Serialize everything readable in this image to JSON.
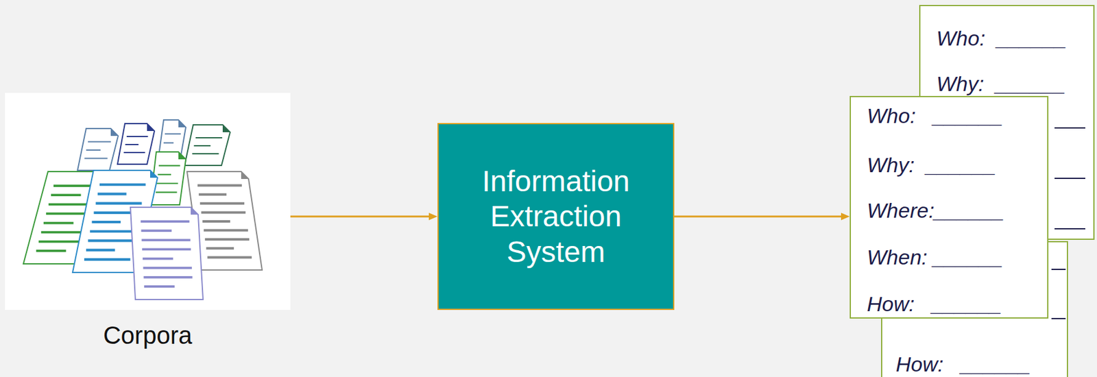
{
  "diagram": {
    "nodes": [
      {
        "text": [
          "Corpora"
        ]
      },
      {
        "text": [
          "Information Extraction System"
        ]
      },
      {
        "text": [
          "Who:  ______",
          "Why:  ______"
        ]
      },
      {
        "text": [
          "Who:   ______",
          "Why:  ______",
          "Where:______",
          "When: ______",
          "How:   ______"
        ]
      },
      {
        "text": [
          "How:   ______"
        ]
      }
    ],
    "edges": [
      {
        "from": 0,
        "to": 1,
        "arrow": "to"
      },
      {
        "from": 1,
        "to": 3,
        "arrow": "to"
      }
    ]
  }
}
